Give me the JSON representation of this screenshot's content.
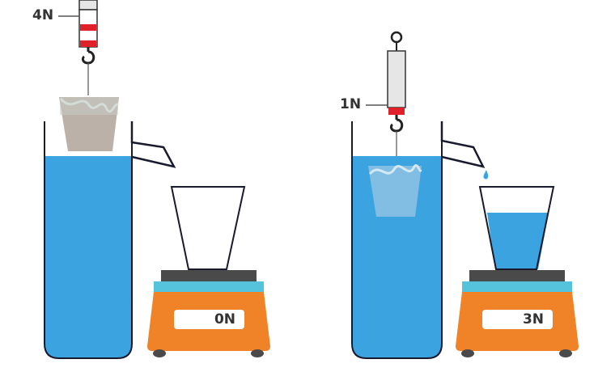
{
  "left_setup": {
    "spring_scale_reading": "4N",
    "balance_reading": "0N",
    "object_state": "in air, above overflow can",
    "catch_cup_state": "empty"
  },
  "right_setup": {
    "spring_scale_reading": "1N",
    "balance_reading": "3N",
    "object_state": "submerged in overflow can",
    "catch_cup_state": "filled with displaced water"
  },
  "colors": {
    "water": "#3aa3e0",
    "scale_body": "#f08228",
    "scale_top_band": "#55c3dc",
    "scale_plate": "#4a4a4a",
    "spring_red": "#e0202a",
    "object_gray": "#bcb1a8",
    "outline": "#1a1a2e"
  }
}
